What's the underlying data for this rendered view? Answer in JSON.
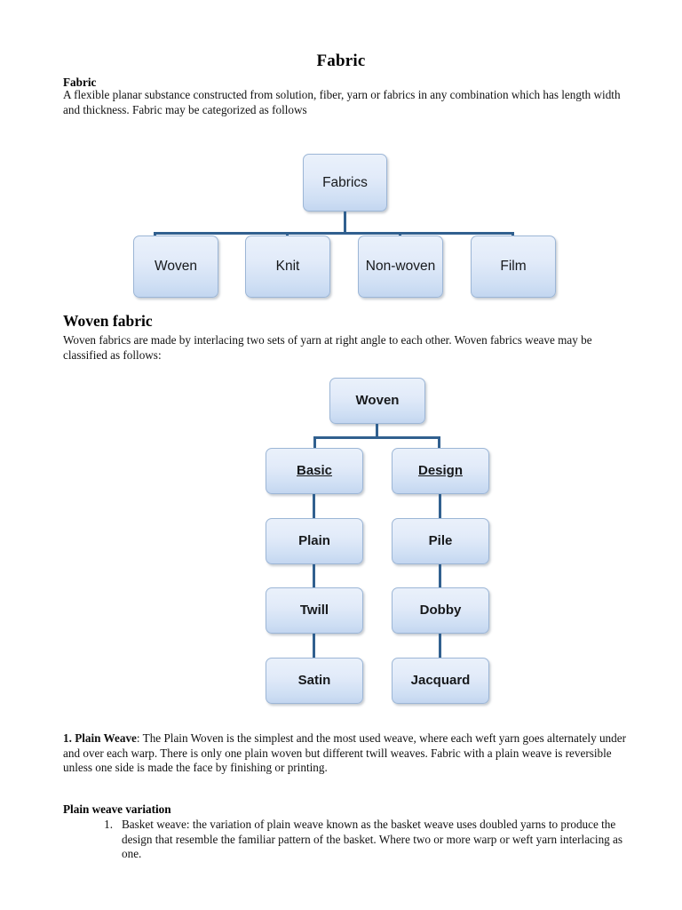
{
  "document": {
    "title": "Fabric",
    "sections": {
      "fabric": {
        "heading": "Fabric",
        "body": "A flexible planar substance constructed from solution, fiber, yarn or fabrics in any combination which has length width and thickness. Fabric may be categorized as follows"
      },
      "woven_fabric": {
        "heading": "Woven fabric",
        "body": "Woven fabrics are made by interlacing two sets of yarn at right angle to each other. Woven fabrics weave may be classified as follows:"
      },
      "plain_weave": {
        "label": "1. Plain Weave",
        "body": ": The Plain Woven is the simplest and the most used weave, where each weft yarn goes alternately under and over each warp. There is only one plain woven but different twill weaves. Fabric with a plain weave is reversible unless one side is made the face by finishing or printing."
      },
      "plain_weave_variation": {
        "heading": "Plain weave variation",
        "items": [
          {
            "number": "1.",
            "text": "Basket weave: the variation of plain weave known as the basket weave uses doubled yarns to produce the design that resemble the familiar pattern of the basket. Where two or more warp or weft yarn interlacing as one."
          }
        ]
      }
    }
  },
  "chart_data": [
    {
      "type": "diagram",
      "name": "fabric-classification-chart",
      "orientation": "top-down",
      "root": "Fabrics",
      "nodes": [
        {
          "id": "fabrics",
          "label": "Fabrics",
          "level": 0
        },
        {
          "id": "woven",
          "label": "Woven",
          "level": 1
        },
        {
          "id": "knit",
          "label": "Knit",
          "level": 1
        },
        {
          "id": "nonwoven",
          "label": "Non-woven",
          "level": 1
        },
        {
          "id": "film",
          "label": "Film",
          "level": 1
        }
      ],
      "edges": [
        {
          "from": "fabrics",
          "to": "woven"
        },
        {
          "from": "fabrics",
          "to": "knit"
        },
        {
          "from": "fabrics",
          "to": "nonwoven"
        },
        {
          "from": "fabrics",
          "to": "film"
        }
      ]
    },
    {
      "type": "diagram",
      "name": "woven-weave-classification-chart",
      "orientation": "top-down",
      "root": "Woven",
      "nodes": [
        {
          "id": "woven",
          "label": "Woven",
          "level": 0,
          "bold": true
        },
        {
          "id": "basic",
          "label": "Basic",
          "level": 1,
          "bold": true,
          "underline": true
        },
        {
          "id": "design",
          "label": "Design",
          "level": 1,
          "bold": true,
          "underline": true
        },
        {
          "id": "plain",
          "label": "Plain",
          "level": 2,
          "bold": true
        },
        {
          "id": "pile",
          "label": "Pile",
          "level": 2,
          "bold": true
        },
        {
          "id": "twill",
          "label": "Twill",
          "level": 3,
          "bold": true
        },
        {
          "id": "dobby",
          "label": "Dobby",
          "level": 3,
          "bold": true
        },
        {
          "id": "satin",
          "label": "Satin",
          "level": 4,
          "bold": true
        },
        {
          "id": "jacquard",
          "label": "Jacquard",
          "level": 4,
          "bold": true
        }
      ],
      "edges": [
        {
          "from": "woven",
          "to": "basic"
        },
        {
          "from": "woven",
          "to": "design"
        },
        {
          "from": "basic",
          "to": "plain"
        },
        {
          "from": "plain",
          "to": "twill"
        },
        {
          "from": "twill",
          "to": "satin"
        },
        {
          "from": "design",
          "to": "pile"
        },
        {
          "from": "pile",
          "to": "dobby"
        },
        {
          "from": "dobby",
          "to": "jacquard"
        }
      ]
    }
  ],
  "style": {
    "box_fill_top": "#eaf1fb",
    "box_fill_bottom": "#c3d6f0",
    "box_border": "#9cb6d6",
    "connector_color": "#31608f",
    "text_color": "#111111",
    "page_background": "#ffffff"
  }
}
